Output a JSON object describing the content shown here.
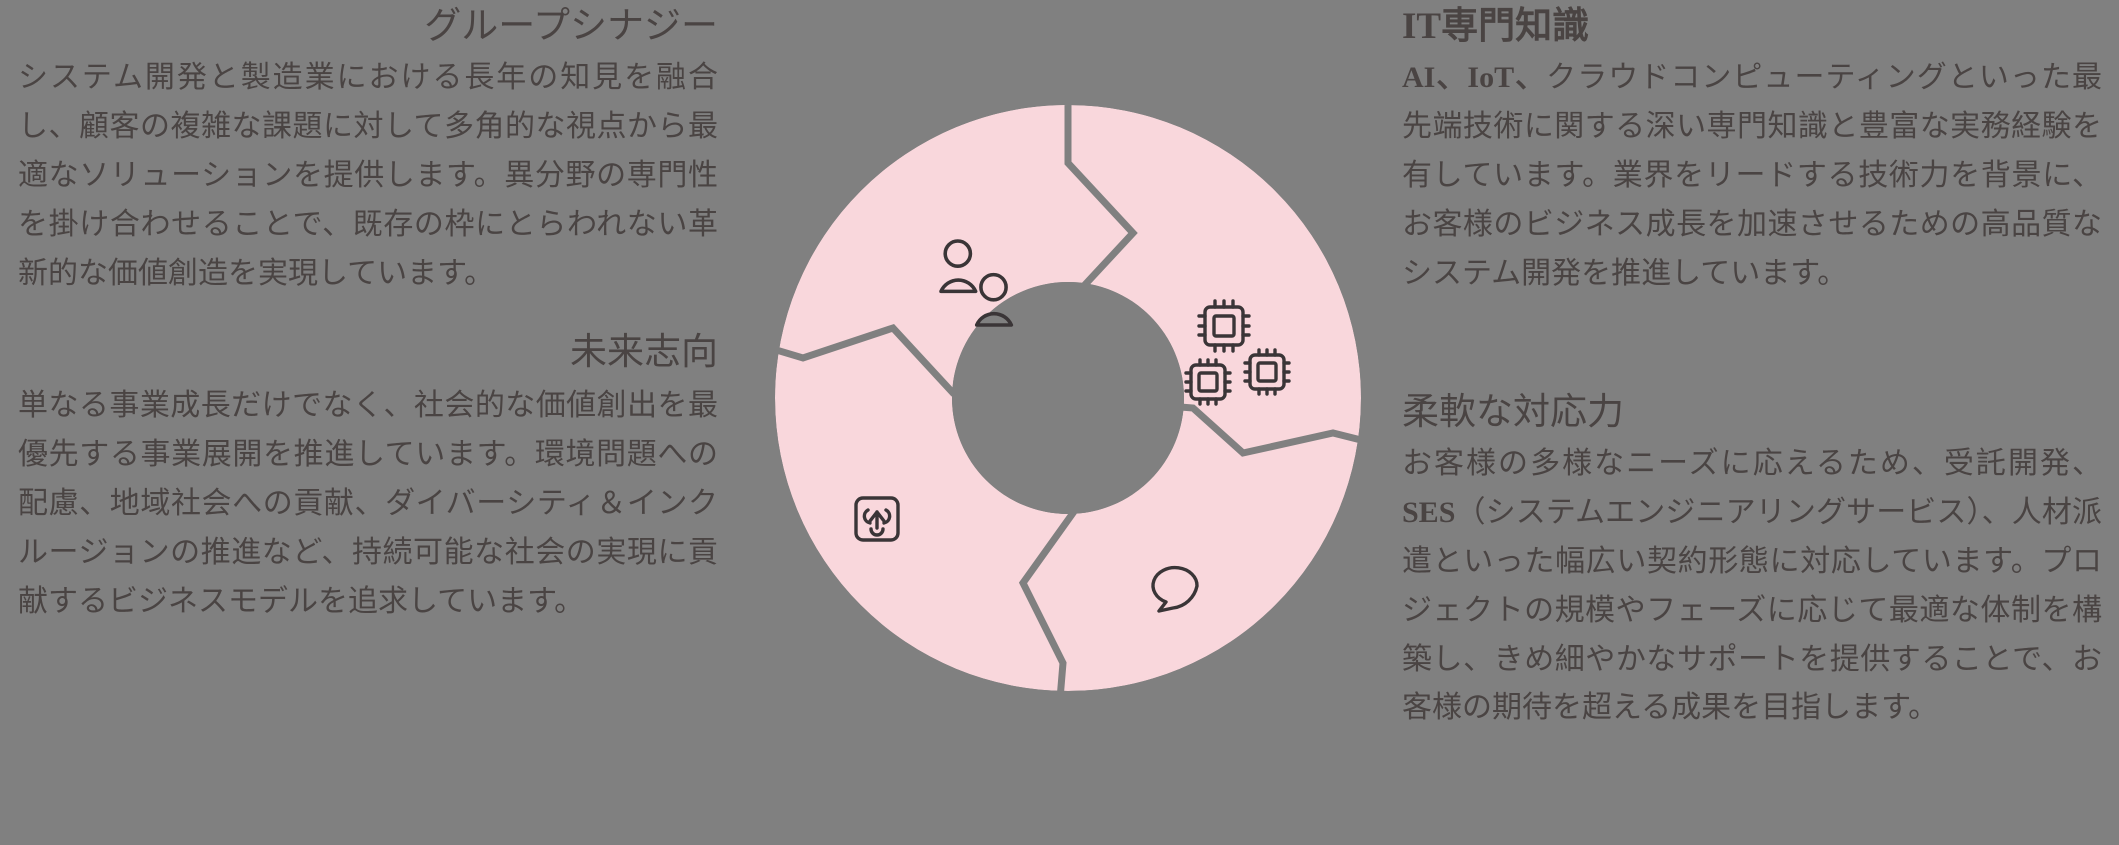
{
  "page": {
    "background_color": "#808080",
    "text_color": "#4a4443",
    "accent_color": "#f9d7dc"
  },
  "left_column": {
    "section1": {
      "heading": "グループシナジー",
      "body": "システム開発と製造業における長年の知見を融合し、顧客の複雑な課題に対して多角的な視点から最適なソリューションを提供します。異分野の専門性を掛け合わせることで、既存の枠にとらわれない革新的な価値創造を実現しています。"
    },
    "section2": {
      "heading": "未来志向",
      "body": "単なる事業成長だけでなく、社会的な価値創出を最優先する事業展開を推進しています。環境問題への配慮、地域社会への貢献、ダイバーシティ＆インクルージョンの推進など、持続可能な社会の実現に貢献するビジネスモデルを追求しています。"
    }
  },
  "right_column": {
    "section1": {
      "heading": "IT専門知識",
      "body_lead": "AI、IoT、",
      "body": "クラウドコンピューティングといった最先端技術に関する深い専門知識と豊富な実務経験を有しています。業界をリードする技術力を背景に、お客様のビジネス成長を加速させるための高品質なシステム開発を推進しています。"
    },
    "section2": {
      "heading": "柔軟な対応力",
      "body_part1": "お客様の多様なニーズに応えるため、受託開発、",
      "body_bold": "SES",
      "body_part2": "（システムエンジニアリングサービス）、人材派遣といった幅広い契約形態に対応しています。プロジェクトの規模やフェーズに応じて最適な体制を構築し、きめ細やかなサポートを提供することで、お客様の期待を超える成果を目指します。"
    }
  },
  "diagram": {
    "type": "donut-4-segments",
    "segment_color": "#f9d7dc",
    "divider_color": "#808080",
    "hub_color": "#808080",
    "segments": [
      {
        "id": "group-synergy",
        "icon": "users-icon",
        "position": "top-left",
        "linked_heading": "グループシナジー"
      },
      {
        "id": "it-expertise",
        "icon": "cpu-chips-icon",
        "position": "top-right",
        "linked_heading": "IT専門知識"
      },
      {
        "id": "flexibility",
        "icon": "chat-bubble-icon",
        "position": "bottom-right",
        "linked_heading": "柔軟な対応力"
      },
      {
        "id": "future-oriented",
        "icon": "recycle-icon",
        "position": "bottom-left",
        "linked_heading": "未来志向"
      }
    ]
  }
}
